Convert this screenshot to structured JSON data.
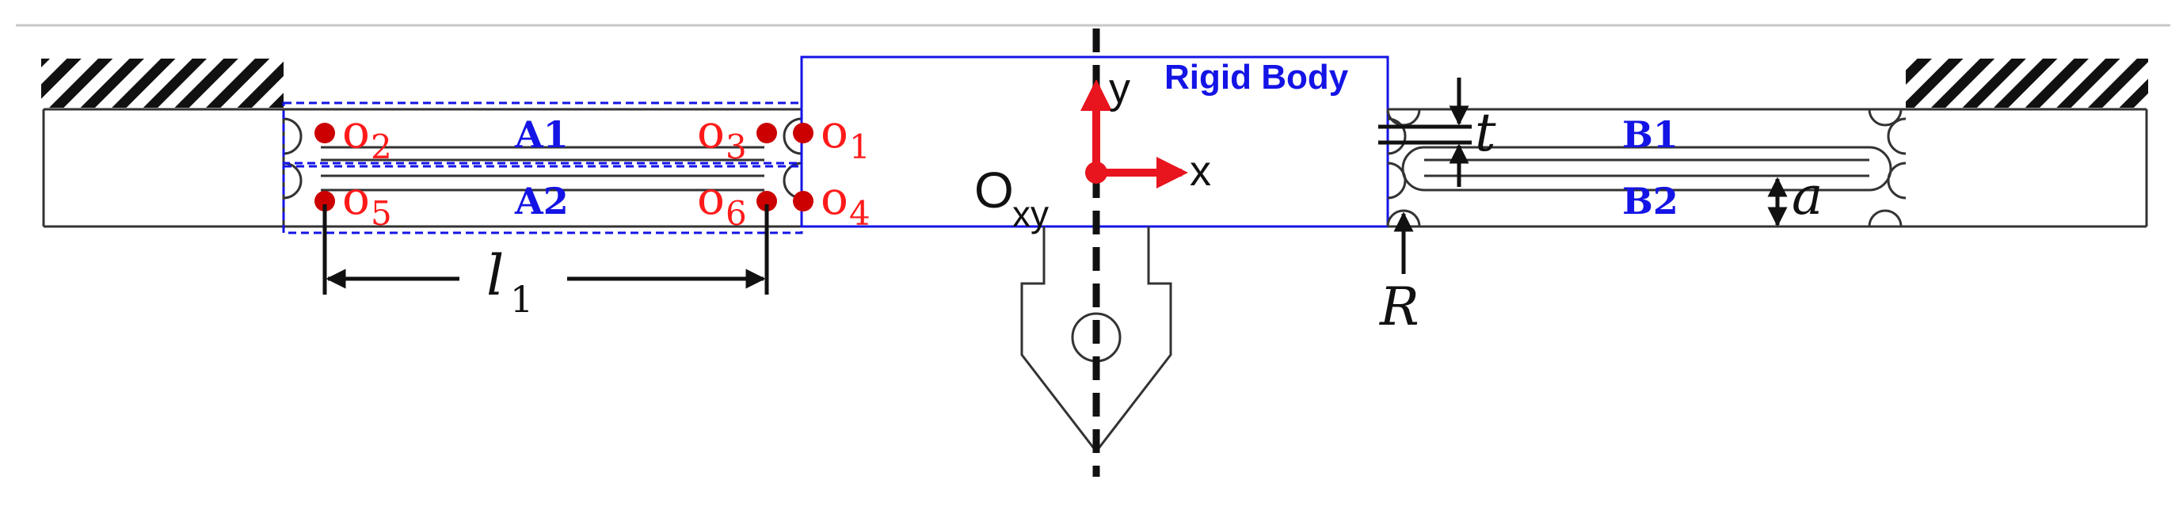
{
  "labels": {
    "rigid_body": "Rigid Body",
    "a1": "A1",
    "a2": "A2",
    "b1": "B1",
    "b2": "B2",
    "o1": "o",
    "o1_sub": "1",
    "o2": "o",
    "o2_sub": "2",
    "o3": "o",
    "o3_sub": "3",
    "o4": "o",
    "o4_sub": "4",
    "o5": "o",
    "o5_sub": "5",
    "o6": "o",
    "o6_sub": "6",
    "origin": "O",
    "origin_sub": "xy",
    "axis_x": "x",
    "axis_y": "y",
    "t": "t",
    "a": "a",
    "R": "R",
    "l1": "l",
    "l1_sub": "1"
  },
  "colors": {
    "annotation_red": "#ff1a1a",
    "label_blue": "#1414e6",
    "outline": "#333333",
    "axis_red": "#e8141e"
  }
}
